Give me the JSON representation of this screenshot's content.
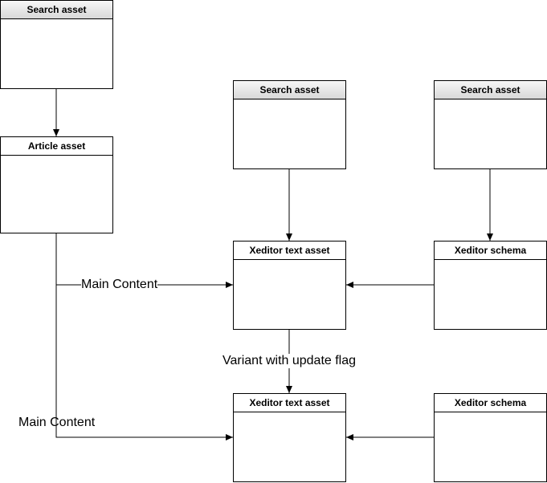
{
  "nodes": {
    "search_left": {
      "title": "Search asset"
    },
    "article": {
      "title": "Article asset"
    },
    "search_mid": {
      "title": "Search asset"
    },
    "search_right": {
      "title": "Search asset"
    },
    "xeditor_text_top": {
      "title": "Xeditor text asset"
    },
    "xeditor_schema_top": {
      "title": "Xeditor schema"
    },
    "xeditor_text_bottom": {
      "title": "Xeditor text asset"
    },
    "xeditor_schema_bottom": {
      "title": "Xeditor schema"
    }
  },
  "edges": {
    "main_content_top": "Main Content",
    "main_content_bottom": "Main Content",
    "variant": "Variant with update flag"
  },
  "colors": {
    "stroke": "#000000",
    "header_gray": "#dadada"
  }
}
